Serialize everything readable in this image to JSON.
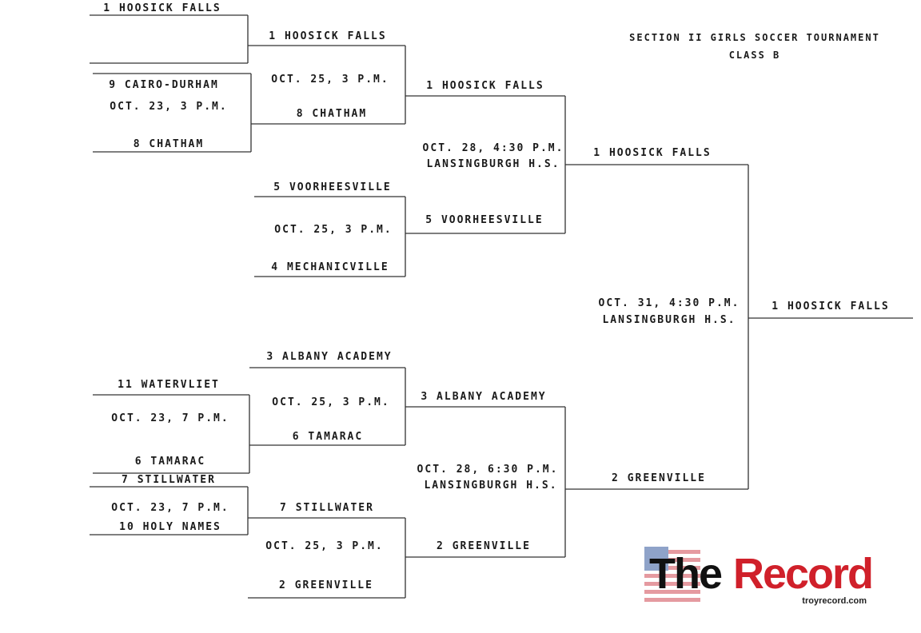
{
  "header": {
    "title": "SECTION II GIRLS SOCCER TOURNAMENT",
    "subtitle": "CLASS B"
  },
  "round1": {
    "bye_top": "1 HOOSICK FALLS",
    "g1": {
      "team_a": "9 CAIRO-DURHAM",
      "info": "OCT. 23, 3 P.M.",
      "team_b": "8 CHATHAM"
    },
    "g2": {
      "team_a": "11 WATERVLIET",
      "info": "OCT. 23, 7 P.M.",
      "team_b": "6 TAMARAC"
    },
    "g3": {
      "team_a": "7 STILLWATER",
      "info": "OCT. 23, 7 P.M.",
      "team_b": "10 HOLY NAMES"
    }
  },
  "round2": {
    "g1": {
      "team_a": "1 HOOSICK FALLS",
      "info": "OCT. 25, 3 P.M.",
      "team_b": "8 CHATHAM"
    },
    "g2": {
      "team_a": "5 VOORHEESVILLE",
      "info": "OCT. 25, 3 P.M.",
      "team_b": "4 MECHANICVILLE"
    },
    "g3": {
      "team_a": "3 ALBANY ACADEMY",
      "info": "OCT. 25, 3 P.M.",
      "team_b": "6 TAMARAC"
    },
    "g4": {
      "team_a": "7 STILLWATER",
      "info": "OCT. 25, 3 P.M.",
      "team_b": "2 GREENVILLE"
    }
  },
  "semis": {
    "g1": {
      "team_a": "1 HOOSICK FALLS",
      "info1": "OCT. 28, 4:30 P.M.",
      "info2": "LANSINGBURGH H.S.",
      "team_b": "5 VOORHEESVILLE"
    },
    "g2": {
      "team_a": "3 ALBANY ACADEMY",
      "info1": "OCT. 28, 6:30 P.M.",
      "info2": "LANSINGBURGH H.S.",
      "team_b": "2 GREENVILLE"
    }
  },
  "final": {
    "team_a": "1 HOOSICK FALLS",
    "info1": "OCT. 31, 4:30 P.M.",
    "info2": "LANSINGBURGH H.S.",
    "team_b": "2 GREENVILLE",
    "champion": "1 HOOSICK FALLS"
  },
  "logo": {
    "the": "The",
    "record": "Record",
    "url": "troyrecord.com",
    "color_dark": "#111111",
    "color_red": "#d0202a"
  }
}
